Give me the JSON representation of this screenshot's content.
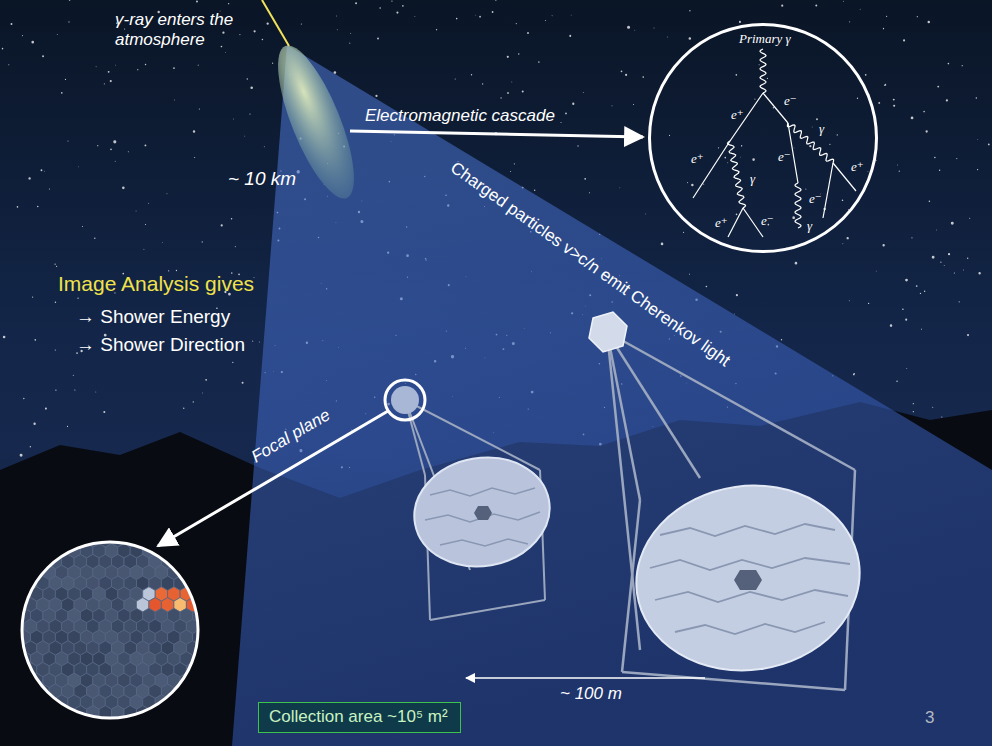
{
  "diagram": {
    "nodes": [
      {
        "text": [
          "Primary γ",
          "e⁺",
          "e⁻",
          "e⁺",
          "γ",
          "e⁻",
          "γ",
          "e⁺",
          "e⁻",
          "e⁻",
          "e⁺",
          "γ"
        ]
      },
      {
        "text": [
          "Collection area ~10⁵ m²"
        ]
      }
    ],
    "labels": [
      "γ-ray enters the atmosphere",
      "~ 10 km",
      "Electromagnetic cascade",
      "Charged particles v>c/n emit Cherenkov light",
      "Image Analysis gives",
      "→ Shower Energy",
      "→ Shower Direction",
      "Focal plane",
      "~ 100 m",
      "3"
    ]
  }
}
